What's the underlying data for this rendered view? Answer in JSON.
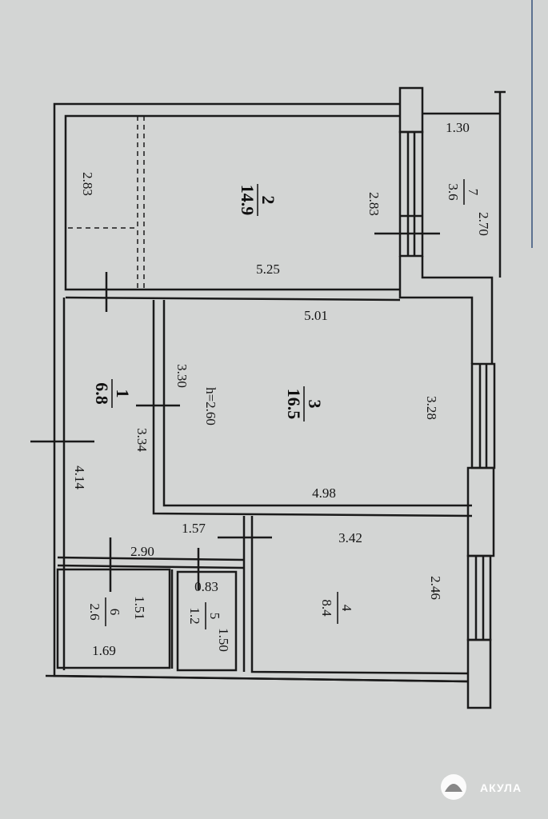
{
  "rooms": [
    {
      "id": "2",
      "number": "2",
      "area": "14.9"
    },
    {
      "id": "7",
      "number": "7",
      "area": "3.6"
    },
    {
      "id": "3",
      "number": "3",
      "area": "16.5"
    },
    {
      "id": "1",
      "number": "1",
      "area": "6.8"
    },
    {
      "id": "4",
      "number": "4",
      "area": "8.4"
    },
    {
      "id": "6",
      "number": "6",
      "area": "2.6"
    },
    {
      "id": "5",
      "number": "5",
      "area": "1.2"
    }
  ],
  "dimensions": {
    "r2_left": "2.83",
    "r2_right": "2.83",
    "r2_bottom": "5.25",
    "r7_top": "1.30",
    "r7_right": "2.70",
    "r3_top": "5.01",
    "r3_left": "3.30",
    "r3_right": "3.28",
    "r3_bottom": "4.98",
    "ceiling_height": "h=2.60",
    "r1_right": "3.34",
    "r1_left": "4.14",
    "r1_bottom": "2.90",
    "corridor": "1.57",
    "r4_top": "3.42",
    "r4_right": "2.46",
    "r6_right": "1.51",
    "r6_bottom": "1.69",
    "r5_top": "0.83",
    "r5_right": "1.50"
  },
  "watermark": {
    "text": "АКУЛА"
  }
}
